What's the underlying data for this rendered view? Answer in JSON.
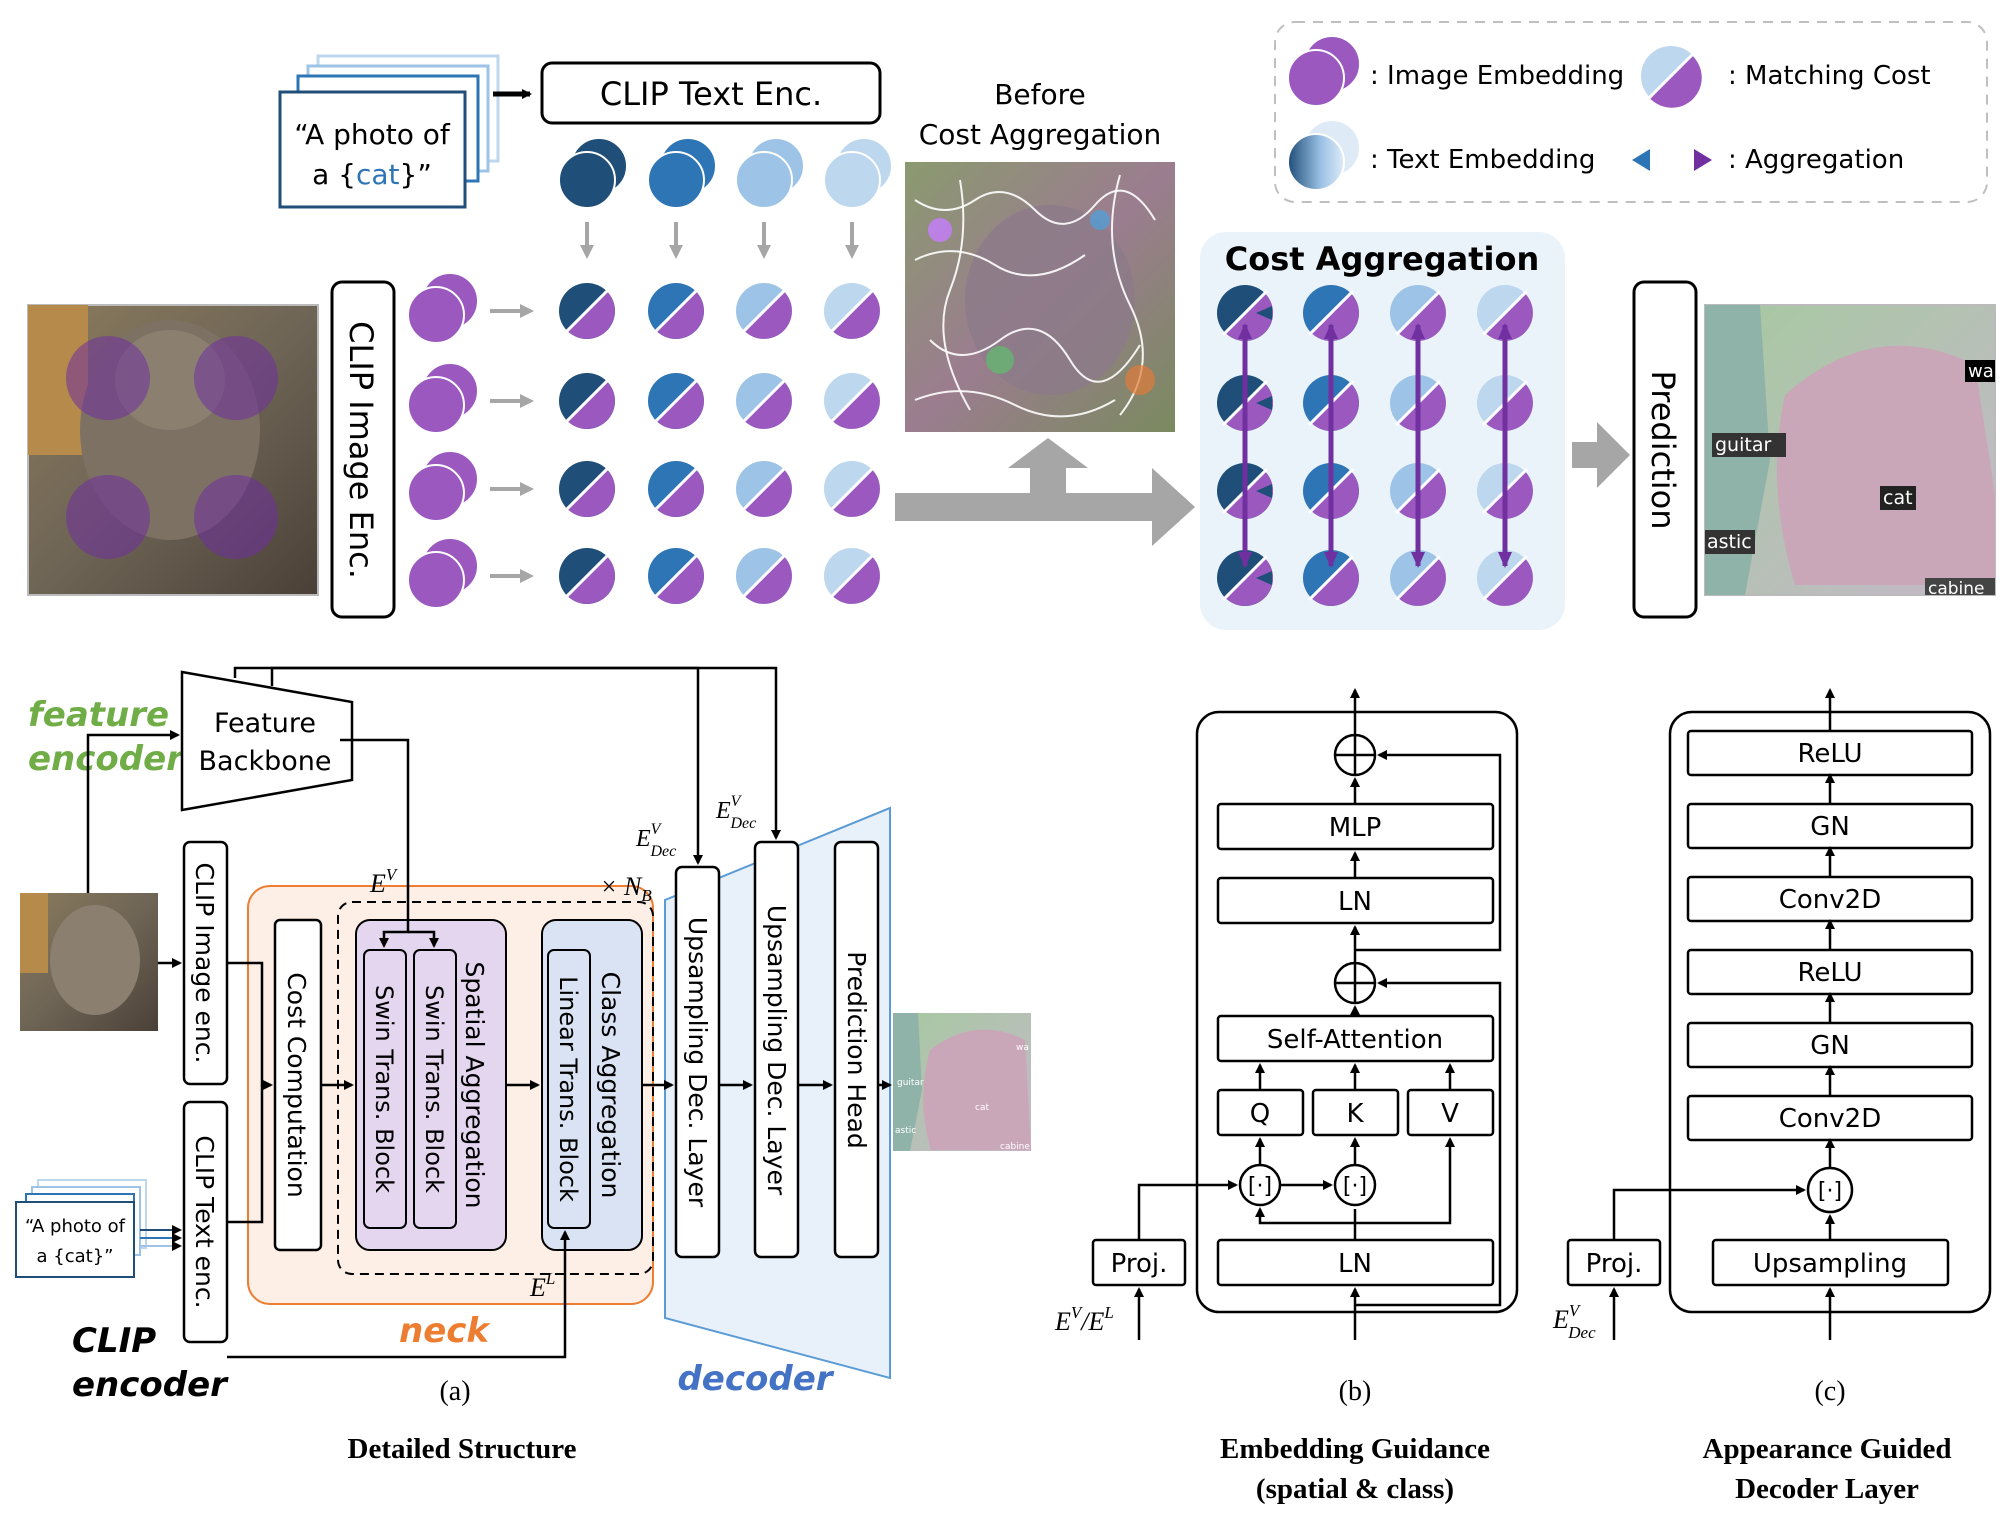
{
  "top": {
    "prompt_line1": "“A photo of",
    "prompt_line2_pre": "a {",
    "prompt_word": "cat",
    "prompt_line2_post": "}”",
    "text_encoder": "CLIP Text Enc.",
    "image_encoder": "CLIP Image Enc.",
    "before_line1": "Before",
    "before_line2": "Cost Aggregation",
    "cost_aggregation": "Cost Aggregation",
    "prediction": "Prediction",
    "pred_labels": [
      "wa",
      "guitar",
      "cat",
      "astic",
      "cabine"
    ]
  },
  "legend": {
    "image_embedding": ": Image Embedding",
    "matching_cost": ": Matching Cost",
    "text_embedding": ": Text Embedding",
    "aggregation": ": Aggregation"
  },
  "panel_a": {
    "feature_encoder_1": "feature",
    "feature_encoder_2": "encoder",
    "feature_backbone_1": "Feature",
    "feature_backbone_2": "Backbone",
    "clip_image_enc": "CLIP Image enc.",
    "clip_text_enc": "CLIP Text enc.",
    "prompt_1": "“A photo of",
    "prompt_2": "a {cat}”",
    "clip_label_1": "CLIP",
    "clip_label_2": "encoder",
    "cost_computation": "Cost Computation",
    "swin_block_1": "Swin Trans. Block",
    "swin_block_2": "Swin Trans. Block",
    "spatial_aggregation": "Spatial Aggregation",
    "linear_block": "Linear Trans. Block",
    "class_aggregation": "Class Aggregation",
    "upsampling_1": "Upsampling Dec. Layer",
    "upsampling_2": "Upsampling Dec. Layer",
    "prediction_head": "Prediction Head",
    "neck": "neck",
    "decoder": "decoder",
    "ev": "E",
    "ev_sup": "V",
    "el": "E",
    "el_sup": "L",
    "nb": "× N",
    "nb_sub": "B",
    "edec": "E",
    "edec_sup": "V",
    "edec_sub": "Dec",
    "mini_labels": [
      "wa",
      "guitar",
      "cat",
      "astic",
      "cabine"
    ],
    "caption_letter": "(a)",
    "caption": "Detailed Structure"
  },
  "panel_b": {
    "mlp": "MLP",
    "ln_top": "LN",
    "self_attention": "Self-Attention",
    "q": "Q",
    "k": "K",
    "v": "V",
    "concat": "[·]",
    "ln_bottom": "LN",
    "proj": "Proj.",
    "input_label": "E^V / E^L",
    "caption_letter": "(b)",
    "caption_1": "Embedding Guidance",
    "caption_2": "(spatial & class)"
  },
  "panel_c": {
    "layers": [
      "ReLU",
      "GN",
      "Conv2D",
      "ReLU",
      "GN",
      "Conv2D"
    ],
    "concat": "[·]",
    "upsampling": "Upsampling",
    "proj": "Proj.",
    "input_label": "E^V_Dec",
    "caption_letter": "(c)",
    "caption_1": "Appearance Guided",
    "caption_2": "Decoder Layer"
  },
  "colors": {
    "purple": "#9b59c0",
    "text1": "#1f4e79",
    "text2": "#2e75b6",
    "text3": "#9dc3e6",
    "text4": "#bdd7ee",
    "green": "#70ad47",
    "orange": "#ed7d31",
    "blue_decoder": "#4472c4"
  }
}
